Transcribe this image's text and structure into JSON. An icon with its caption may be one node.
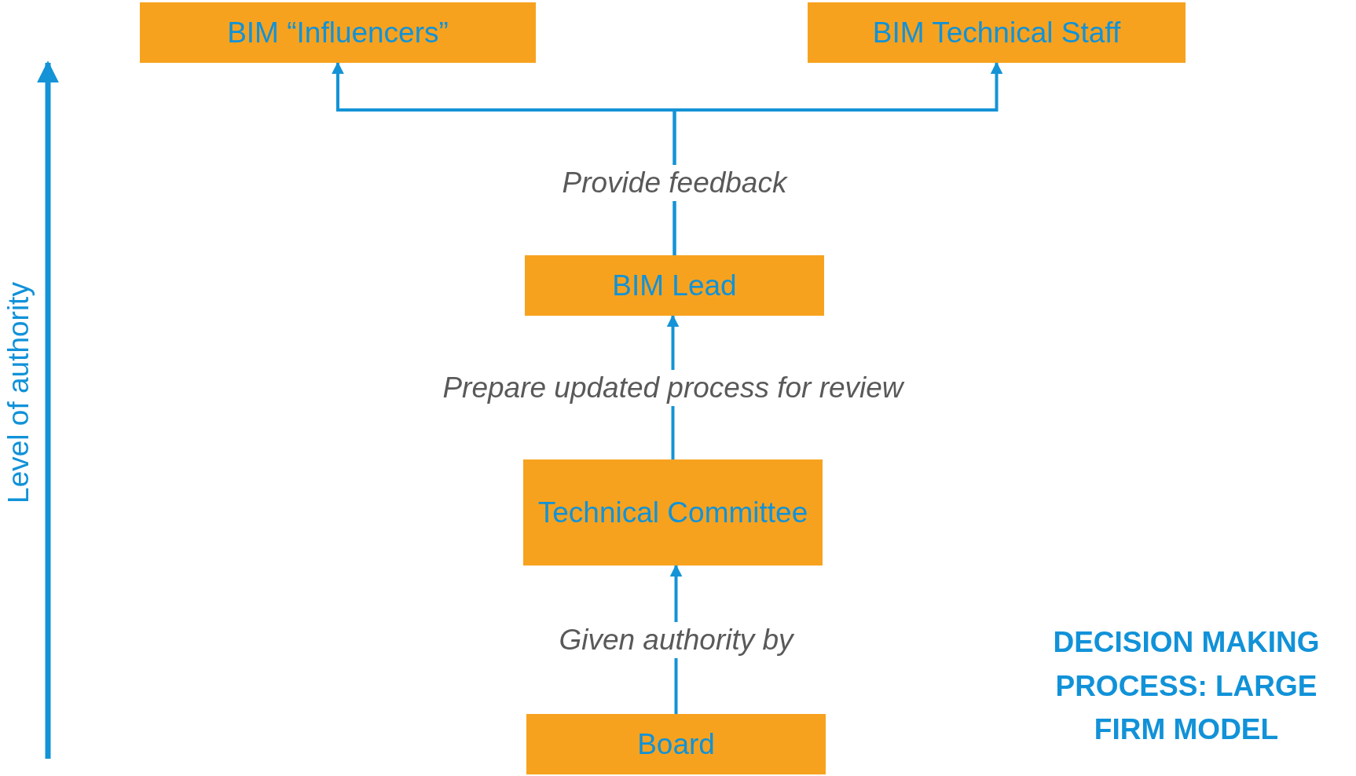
{
  "diagram": {
    "title": "DECISION MAKING PROCESS: LARGE FIRM MODEL",
    "nodes": [
      {
        "text": [
          "BIM “Influencers”"
        ]
      },
      {
        "text": [
          "BIM Technical Staff"
        ]
      },
      {
        "text": [
          "BIM Lead"
        ]
      },
      {
        "text": [
          "Technical Committee"
        ]
      },
      {
        "text": [
          "Board"
        ]
      }
    ],
    "edges": [
      {
        "from": 4,
        "to": 3,
        "arrow": "to",
        "label": "Given authority by"
      },
      {
        "from": 3,
        "to": 2,
        "arrow": "to",
        "label": "Prepare updated process for review"
      },
      {
        "from": 2,
        "to": 0,
        "arrow": "to",
        "label": "Provide feedback"
      },
      {
        "from": 2,
        "to": 1,
        "arrow": "to"
      }
    ],
    "labels": [
      "Level of authority"
    ]
  }
}
